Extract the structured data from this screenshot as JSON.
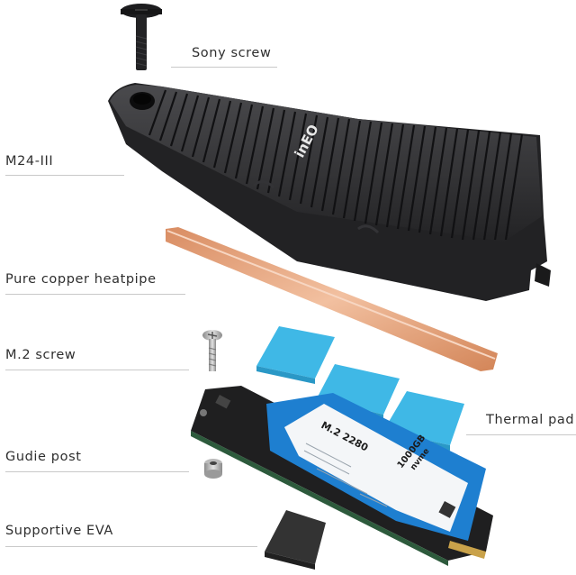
{
  "labels": {
    "sony_screw": "Sony screw",
    "heatsink": "M24-III",
    "heatpipe": "Pure copper heatpipe",
    "m2_screw": "M.2 screw",
    "thermal_pad": "Thermal pad",
    "guide_post": "Gudie post",
    "eva": "Supportive EVA"
  },
  "heatsink_logo": "inEO",
  "ssd_label": {
    "model": "M.2 2280",
    "capacity": "1000GB",
    "interface": "nvme"
  },
  "colors": {
    "heatsink": "#2c2c2e",
    "copper": "#e6a27c",
    "thermal_pad": "#3fb8e6",
    "pcb": "#1f1f20",
    "ssd_label": "#1e7fd0",
    "eva": "#333333"
  }
}
